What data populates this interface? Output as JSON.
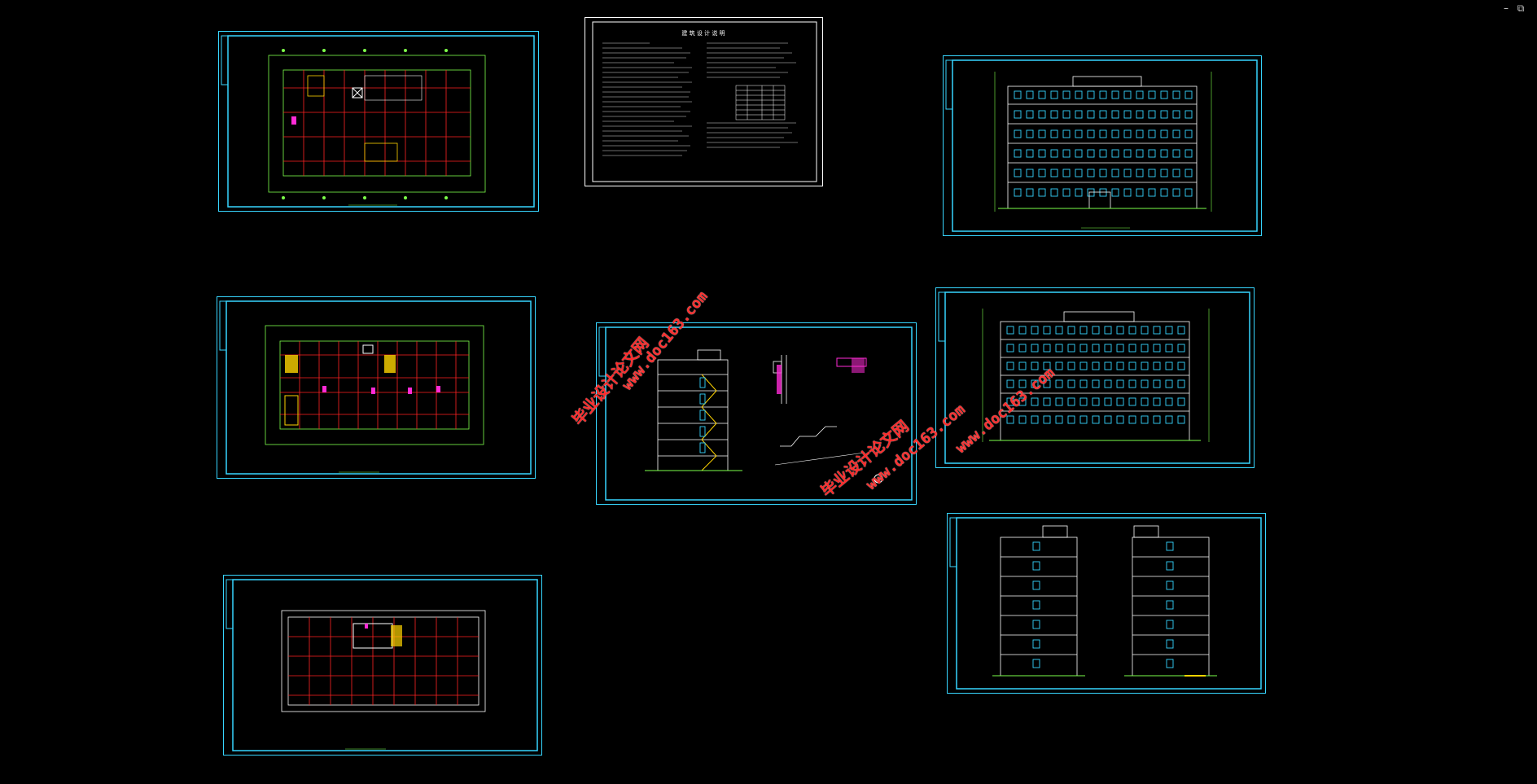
{
  "window_controls": {
    "minimize_icon": "minimize-icon",
    "restore_icon": "restore-icon"
  },
  "colors": {
    "frame": "#37d6ff",
    "grid": "#ff2222",
    "lines": "#7dff4a",
    "text": "#ffffff",
    "yellow": "#ffd400",
    "magenta": "#ff2bd6"
  },
  "watermark": {
    "text_cn": "毕业设计论文网",
    "url": "www.doc163.com"
  },
  "sheets": [
    {
      "id": "floor-plan-1",
      "kind": "floor-plan"
    },
    {
      "id": "design-notes",
      "kind": "notes",
      "title": "建 筑 设 计 说 明"
    },
    {
      "id": "front-elevation",
      "kind": "elevation"
    },
    {
      "id": "floor-plan-2",
      "kind": "floor-plan"
    },
    {
      "id": "section-details",
      "kind": "section"
    },
    {
      "id": "rear-elevation",
      "kind": "elevation"
    },
    {
      "id": "roof-plan",
      "kind": "floor-plan"
    },
    {
      "id": "side-elevations",
      "kind": "elevation"
    }
  ]
}
